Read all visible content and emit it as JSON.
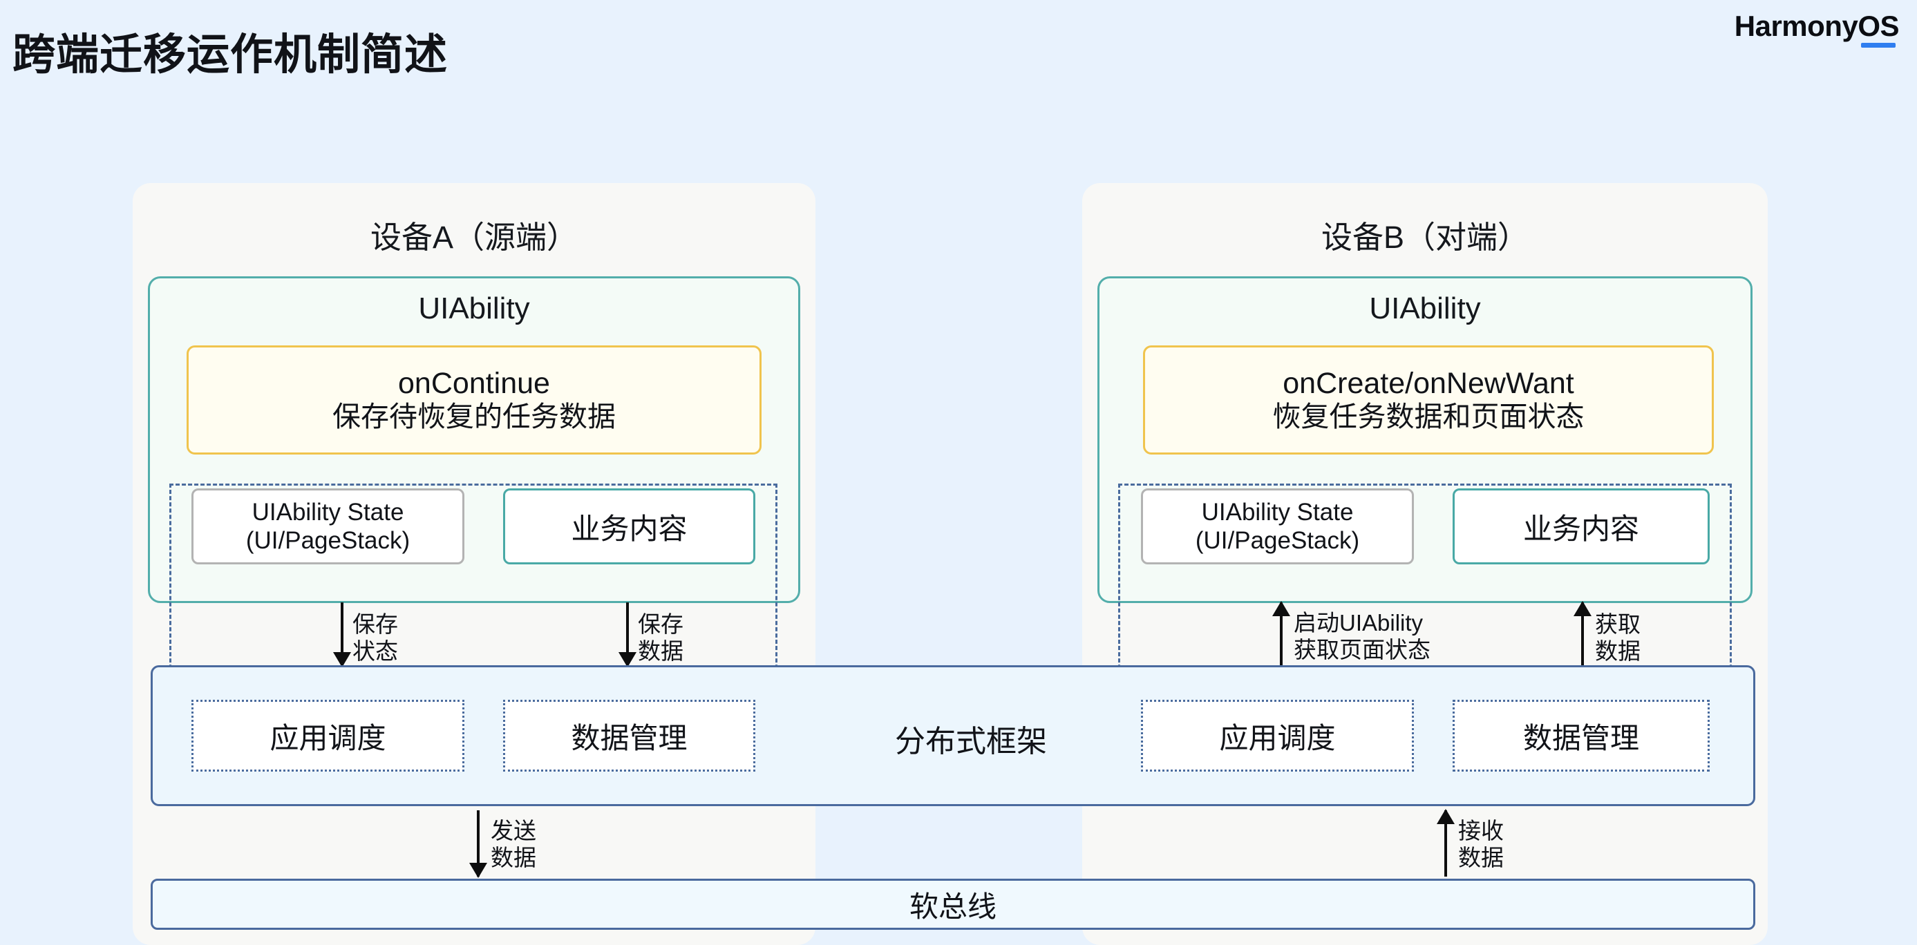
{
  "header": {
    "title": "跨端迁移运作机制简述",
    "brand_prefix": "Harmony",
    "brand_suffix": "OS",
    "brand_accent": "#2f7ef0"
  },
  "device_a": {
    "title": "设备A（源端）",
    "uiability_label": "UIAbility",
    "callback": {
      "title": "onContinue",
      "subtitle": "保存待恢复的任务数据",
      "border_color": "#f0c44e"
    },
    "state_box": {
      "line1": "UIAbility State",
      "line2": "(UI/PageStack)"
    },
    "content_box": {
      "text": "业务内容"
    },
    "framework_blocks": [
      {
        "label": "应用调度"
      },
      {
        "label": "数据管理"
      }
    ]
  },
  "device_b": {
    "title": "设备B（对端）",
    "uiability_label": "UIAbility",
    "callback": {
      "title": "onCreate/onNewWant",
      "subtitle": "恢复任务数据和页面状态",
      "border_color": "#f0c44e"
    },
    "state_box": {
      "line1": "UIAbility State",
      "line2": "(UI/PageStack)"
    },
    "content_box": {
      "text": "业务内容"
    },
    "framework_blocks": [
      {
        "label": "应用调度"
      },
      {
        "label": "数据管理"
      }
    ]
  },
  "distributed_framework": {
    "label": "分布式框架",
    "border_color": "#4a6a9e"
  },
  "soft_bus": {
    "label": "软总线",
    "border_color": "#4a6a9e"
  },
  "arrows": {
    "save_state": {
      "line1": "保存",
      "line2": "状态",
      "direction": "down"
    },
    "save_data": {
      "line1": "保存",
      "line2": "数据",
      "direction": "down"
    },
    "start_uiability": {
      "line1": "启动UIAbility",
      "line2": "获取页面状态",
      "direction": "up"
    },
    "get_data": {
      "line1": "获取",
      "line2": "数据",
      "direction": "up"
    },
    "send_data": {
      "line1": "发送",
      "line2": "数据",
      "direction": "down"
    },
    "receive_data": {
      "line1": "接收",
      "line2": "数据",
      "direction": "up"
    }
  },
  "colors": {
    "background": "#e8f2fd",
    "panel": "#f8f8f6",
    "teal_border": "#53aeab",
    "yellow_border": "#f0c44e",
    "blue_border": "#4a6a9e",
    "gray_border": "#b3b3b3"
  }
}
